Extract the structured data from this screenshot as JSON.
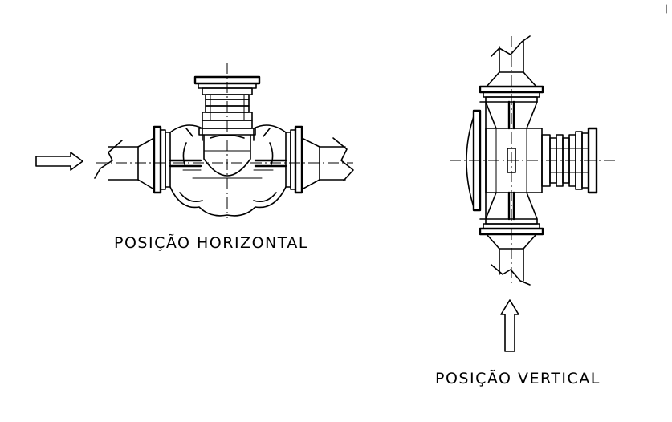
{
  "labels": {
    "horizontal": "POSIÇÃO HORIZONTAL",
    "vertical": "POSIÇÃO VERTICAL"
  },
  "figures": [
    {
      "id": "horizontal",
      "flow_arrow_direction": "right"
    },
    {
      "id": "vertical",
      "flow_arrow_direction": "up"
    }
  ]
}
